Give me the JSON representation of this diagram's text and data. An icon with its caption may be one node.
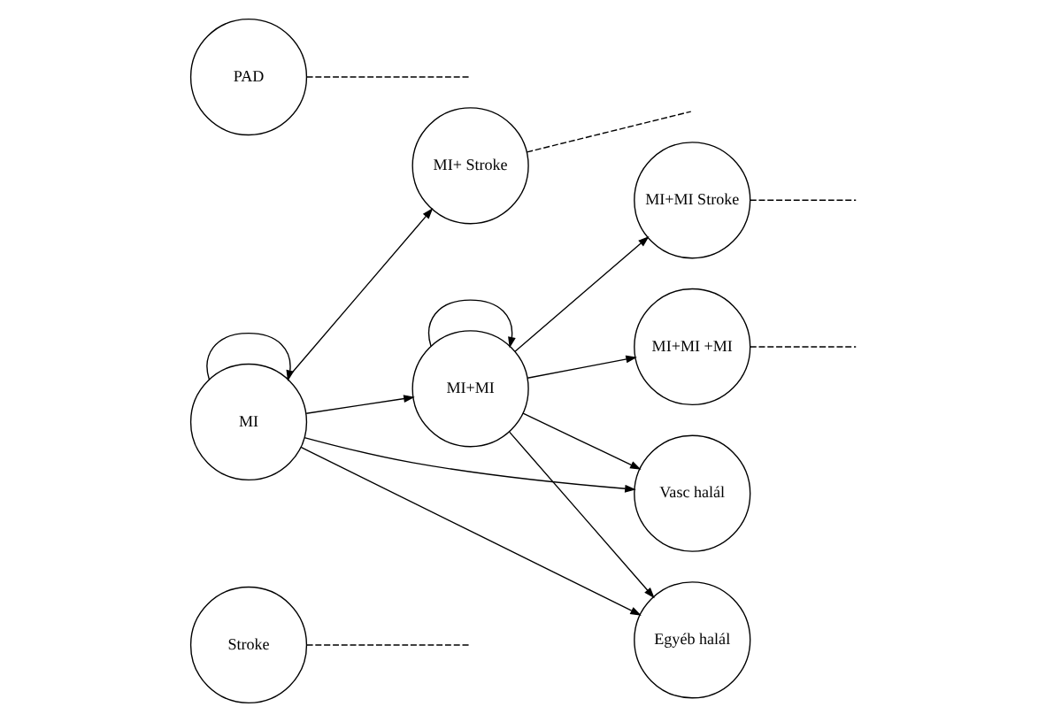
{
  "diagram": {
    "nodes": [
      {
        "text": [
          "Stroke"
        ]
      },
      {
        "text": [
          "MI"
        ]
      },
      {
        "text": [
          "PAD"
        ]
      },
      {
        "text": [
          "MI+ Stroke"
        ]
      },
      {
        "text": [
          "MI+MI"
        ]
      },
      {
        "text": [
          "MI+MI +MI"
        ]
      },
      {
        "text": [
          "MI+MI Stroke"
        ]
      },
      {
        "text": [
          "Vasc halál"
        ]
      },
      {
        "text": [
          "Egyéb halál"
        ]
      }
    ],
    "edges": [
      {
        "from": 0,
        "to": null,
        "arrow": "none",
        "style": "dashed"
      },
      {
        "from": 3,
        "to": null,
        "arrow": "none",
        "style": "dashed"
      },
      {
        "from": 5,
        "to": null,
        "arrow": "none",
        "style": "dashed"
      },
      {
        "from": 6,
        "to": null,
        "arrow": "none",
        "style": "dashed"
      },
      {
        "from": 2,
        "to": null,
        "arrow": "none",
        "style": "dashed"
      },
      {
        "from": 1,
        "to": 3,
        "arrow": "to"
      },
      {
        "from": 1,
        "to": 4,
        "arrow": "to"
      },
      {
        "from": 1,
        "to": 1,
        "arrow": "to"
      },
      {
        "from": 1,
        "to": 7,
        "arrow": "to"
      },
      {
        "from": 1,
        "to": 8,
        "arrow": "to"
      },
      {
        "from": 4,
        "to": 5,
        "arrow": "to"
      },
      {
        "from": 4,
        "to": 6,
        "arrow": "to"
      },
      {
        "from": 4,
        "to": 4,
        "arrow": "to"
      },
      {
        "from": 4,
        "to": 7,
        "arrow": "to"
      },
      {
        "from": 4,
        "to": 8,
        "arrow": "to"
      }
    ]
  }
}
